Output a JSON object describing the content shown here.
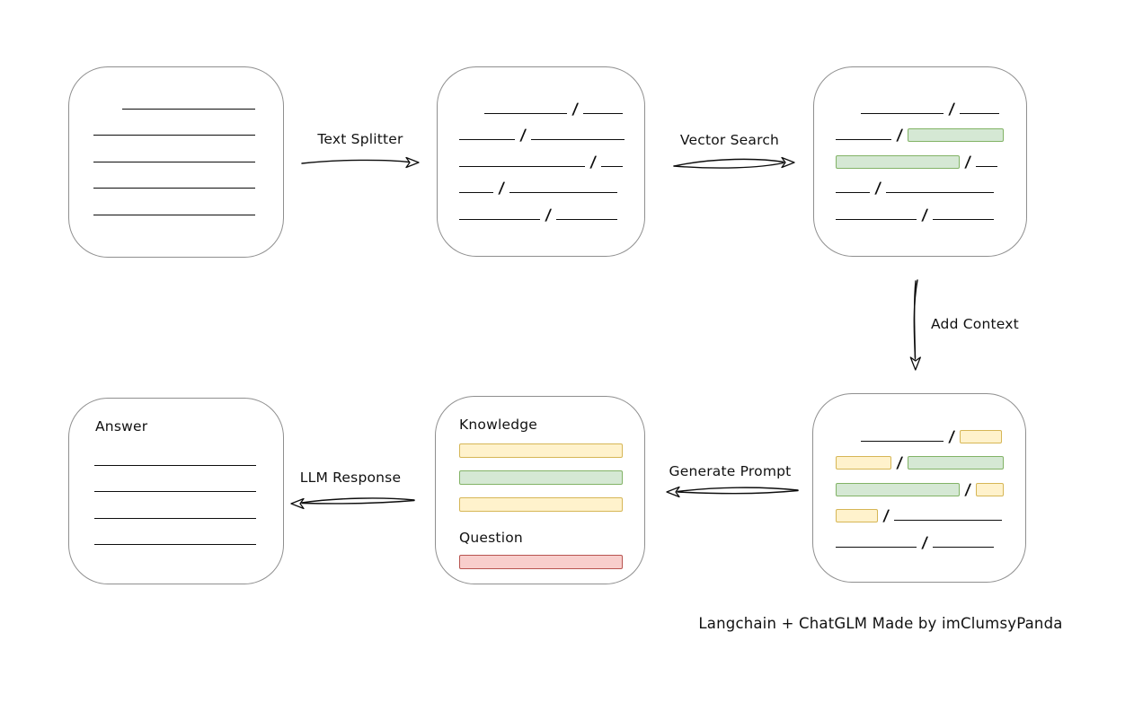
{
  "diagram": {
    "caption": "Langchain + ChatGLM Made by imClumsyPanda",
    "slash": "/",
    "colors": {
      "yellow_fill": "#fff2cc",
      "yellow_border": "#d6b656",
      "green_fill": "#d5e8d4",
      "green_border": "#82b366",
      "red_fill": "#f8cecc",
      "red_border": "#b85450",
      "node_border": "#8f8f8f",
      "stroke": "#0d0d0d"
    },
    "arrows": {
      "text_splitter": {
        "label": "Text Splitter",
        "direction": "right"
      },
      "vector_search": {
        "label": "Vector Search",
        "direction": "right"
      },
      "add_context": {
        "label": "Add Context",
        "direction": "down"
      },
      "generate_prompt": {
        "label": "Generate Prompt",
        "direction": "left"
      },
      "llm_response": {
        "label": "LLM Response",
        "direction": "left"
      }
    },
    "nodes": {
      "document": {
        "rows": [
          [
            {
              "t": "gap",
              "w": 32
            },
            {
              "t": "line",
              "w": 148
            }
          ],
          [
            {
              "t": "line",
              "w": 180
            }
          ],
          [
            {
              "t": "line",
              "w": 180
            }
          ],
          [
            {
              "t": "line",
              "w": 180
            }
          ],
          [
            {
              "t": "line",
              "w": 180
            }
          ]
        ]
      },
      "split_text": {
        "rows": [
          [
            {
              "t": "gap",
              "w": 28
            },
            {
              "t": "line",
              "w": 92
            },
            {
              "t": "slash"
            },
            {
              "t": "line",
              "w": 44
            }
          ],
          [
            {
              "t": "line",
              "w": 62
            },
            {
              "t": "slash"
            },
            {
              "t": "line",
              "w": 104
            }
          ],
          [
            {
              "t": "line",
              "w": 140
            },
            {
              "t": "slash"
            },
            {
              "t": "line",
              "w": 24
            }
          ],
          [
            {
              "t": "line",
              "w": 38
            },
            {
              "t": "slash"
            },
            {
              "t": "line",
              "w": 120
            }
          ],
          [
            {
              "t": "line",
              "w": 90
            },
            {
              "t": "slash"
            },
            {
              "t": "line",
              "w": 68
            }
          ]
        ]
      },
      "vector_results": {
        "rows": [
          [
            {
              "t": "gap",
              "w": 28
            },
            {
              "t": "line",
              "w": 92
            },
            {
              "t": "slash"
            },
            {
              "t": "line",
              "w": 44
            }
          ],
          [
            {
              "t": "line",
              "w": 62
            },
            {
              "t": "slash"
            },
            {
              "t": "chip",
              "c": "green",
              "w": 107
            }
          ],
          [
            {
              "t": "chip",
              "c": "green",
              "w": 138
            },
            {
              "t": "slash"
            },
            {
              "t": "line",
              "w": 24
            }
          ],
          [
            {
              "t": "line",
              "w": 38
            },
            {
              "t": "slash"
            },
            {
              "t": "line",
              "w": 120
            }
          ],
          [
            {
              "t": "line",
              "w": 90
            },
            {
              "t": "slash"
            },
            {
              "t": "line",
              "w": 68
            }
          ]
        ]
      },
      "context_chunks": {
        "rows": [
          [
            {
              "t": "gap",
              "w": 28
            },
            {
              "t": "line",
              "w": 92
            },
            {
              "t": "slash"
            },
            {
              "t": "chip",
              "c": "yellow",
              "w": 47
            }
          ],
          [
            {
              "t": "chip",
              "c": "yellow",
              "w": 62
            },
            {
              "t": "slash"
            },
            {
              "t": "chip",
              "c": "green",
              "w": 107
            }
          ],
          [
            {
              "t": "chip",
              "c": "green",
              "w": 138
            },
            {
              "t": "slash"
            },
            {
              "t": "chip",
              "c": "yellow",
              "w": 31
            }
          ],
          [
            {
              "t": "chip",
              "c": "yellow",
              "w": 47
            },
            {
              "t": "slash"
            },
            {
              "t": "line",
              "w": 120
            }
          ],
          [
            {
              "t": "line",
              "w": 90
            },
            {
              "t": "slash"
            },
            {
              "t": "line",
              "w": 68
            }
          ]
        ]
      },
      "prompt": {
        "knowledge_title": "Knowledge",
        "question_title": "Question",
        "knowledge_bars": [
          [
            {
              "t": "chip",
              "c": "yellow",
              "w": 182
            }
          ],
          [
            {
              "t": "chip",
              "c": "green",
              "w": 182
            }
          ],
          [
            {
              "t": "chip",
              "c": "yellow",
              "w": 182
            }
          ]
        ],
        "question_bars": [
          [
            {
              "t": "chip",
              "c": "red",
              "w": 182
            }
          ]
        ]
      },
      "answer": {
        "title": "Answer",
        "rows": [
          [
            {
              "t": "line",
              "w": 180
            }
          ],
          [
            {
              "t": "line",
              "w": 180
            }
          ],
          [
            {
              "t": "line",
              "w": 180
            }
          ],
          [
            {
              "t": "line",
              "w": 180
            }
          ]
        ]
      }
    }
  }
}
